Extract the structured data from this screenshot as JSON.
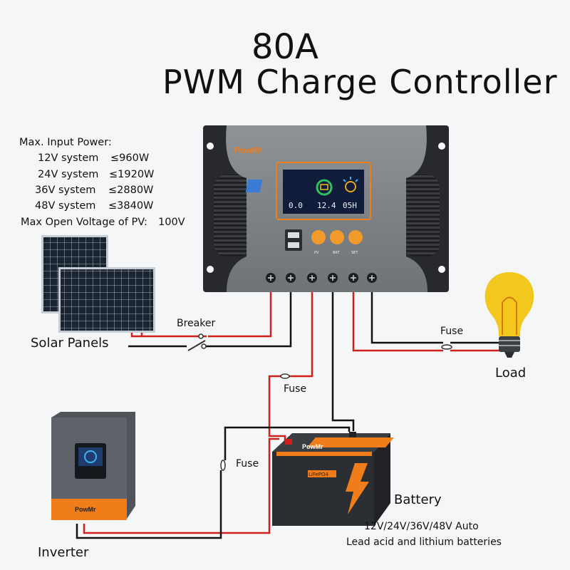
{
  "title": {
    "line1": "80A",
    "line2": "PWM Charge Controller"
  },
  "specs": {
    "heading": "Max. Input Power:",
    "rows": [
      {
        "system": "12V system",
        "power": "≤960W"
      },
      {
        "system": "24V system",
        "power": "≤1920W"
      },
      {
        "system": "36V system",
        "power": "≤2880W"
      },
      {
        "system": "48V system",
        "power": "≤3840W"
      }
    ],
    "voc_label": "Max Open Voltage of PV:",
    "voc_value": "100V"
  },
  "controller": {
    "brand": "PowMr",
    "screen": [
      "0.0",
      "12.4",
      "05H"
    ],
    "buttons": [
      "PV",
      "BAT",
      "SET"
    ]
  },
  "labels": {
    "solar_panels": "Solar Panels",
    "breaker": "Breaker",
    "fuse_load": "Fuse",
    "fuse_battery": "Fuse",
    "fuse_inverter": "Fuse",
    "load": "Load",
    "battery": "Battery",
    "battery_voltages": "12V/24V/36V/48V Auto",
    "battery_types": "Lead acid and lithium batteries",
    "inverter": "Inverter"
  },
  "battery_graphic": {
    "brand": "PowMr",
    "chemistry": "LiFePO4"
  },
  "inverter_graphic": {
    "brand": "PowMr"
  },
  "colors": {
    "positive_wire": "#d0201c",
    "negative_wire": "#111111",
    "accent": "#f07d1a"
  }
}
